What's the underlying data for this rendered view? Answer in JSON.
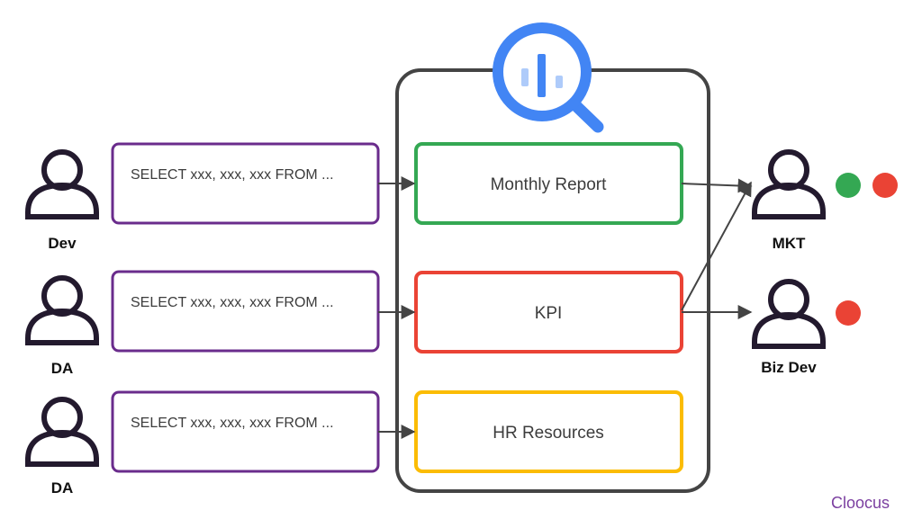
{
  "diagram": {
    "users_left": [
      {
        "label": "Dev",
        "query": "SELECT xxx, xxx, xxx FROM ..."
      },
      {
        "label": "DA",
        "query": "SELECT xxx, xxx, xxx FROM ..."
      },
      {
        "label": "DA",
        "query": "SELECT xxx, xxx, xxx FROM ..."
      }
    ],
    "reports": [
      {
        "label": "Monthly Report",
        "color": "#34a853"
      },
      {
        "label": "KPI",
        "color": "#ea4335"
      },
      {
        "label": "HR Resources",
        "color": "#fbbc04"
      }
    ],
    "users_right": [
      {
        "label": "MKT",
        "status_colors": [
          "#34a853",
          "#ea4335"
        ]
      },
      {
        "label": "Biz Dev",
        "status_colors": [
          "#ea4335"
        ]
      }
    ],
    "query_box_color": "#6a2c8c",
    "container_color": "#444444",
    "magnifier_color": "#4285f4",
    "brand": {
      "text": "Cloocus",
      "color": "#7b3fa0"
    }
  }
}
